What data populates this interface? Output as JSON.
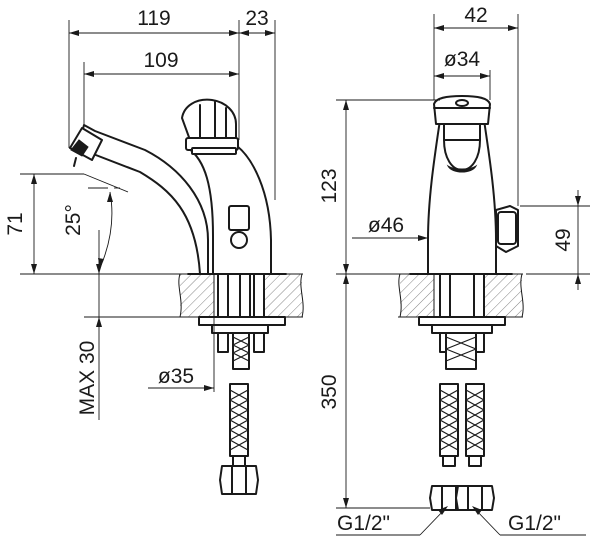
{
  "drawing": {
    "side_view": {
      "dim_total_length": "119",
      "dim_handle_offset": "23",
      "dim_spout_reach": "109",
      "dim_spout_height": "71",
      "dim_spout_angle": "25°",
      "dim_max_deck": "MAX 30",
      "dim_hole_diameter": "ø35"
    },
    "front_view": {
      "dim_depth": "42",
      "dim_head_diameter": "ø34",
      "dim_body_height": "123",
      "dim_base_diameter": "ø46",
      "dim_button_height": "49",
      "dim_hose_length": "350",
      "connection_left": "G1/2\"",
      "connection_right": "G1/2\""
    }
  }
}
